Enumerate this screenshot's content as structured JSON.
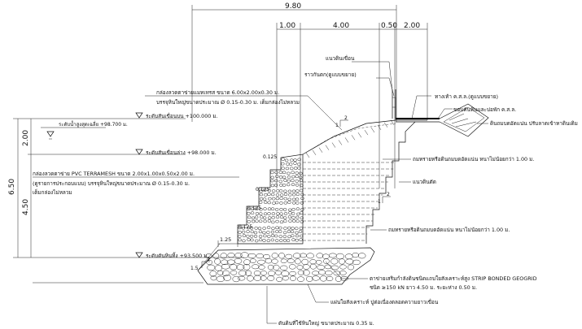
{
  "dimensions": {
    "total_width": "9.80",
    "seg_1": "1.00",
    "seg_2": "4.00",
    "seg_3": "0.50",
    "seg_4": "2.00",
    "total_height": "6.50",
    "upper_height": "2.00",
    "lower_height": "4.50",
    "step_1": "0.125",
    "step_2": "0.125",
    "step_3": "0.125",
    "step_4": "0.125",
    "base_offset": "1.25",
    "slope_top": "2",
    "slope_top_run": "1",
    "slope_mid": "2",
    "slope_mid_run": "1",
    "slope_base": "2",
    "slope_base_run": "1.5"
  },
  "levels": {
    "top": "ระดับสันเขื่อนบน +100.000 ม.",
    "middle": "ระดับสันเขื่อนล่าง +98.000 ม.",
    "bottom": "ระดับดันหินทิ้ง +93.500 ม.",
    "water": "ระดับน้ำสูงสุดเฉลี่ย +98.700 ม."
  },
  "labels": {
    "fence": "แนวดินเขื่อน",
    "railing": "ราวกันตก(ดูแบบขยาย)",
    "gabion_box": "กล่องลวดตาข่ายแมทเทรส ขนาด 6.00x2.00x0.30 ม.",
    "gabion_box_fill": "บรรจุหินใหญ่ขนาดประมาณ Ø 0.15-0.30 ม. เต็มกล่องไม่หลวม",
    "footpath": "ทางเท้า ค.ส.ล.(ดูแบบขยาย)",
    "curb": "ขอบคันหินและบ่อพัก ค.ส.ล.",
    "backfill_top": "ดินถมบดอัดแน่น ปรับลาดเข้าหาดินเดิม",
    "compacted_soil_1": "ถมทรายหรือดินถมบดอัดแน่น หนาไม่น้อยกว่า 1.00 ม.",
    "cut_line": "แนวดินตัด",
    "compacted_soil_2": "ถมทรายหรือดินถมบดอัดแน่น หนาไม่น้อยกว่า 1.00 ม.",
    "pvc_box": "กล่องลวดตาข่าย PVC TERRAMESH ขนาด 2.00x1.00x0.50x2.00 ม.",
    "pvc_box_detail": "(ดูรายการประกอบแบบ) บรรจุหินใหญ่ขนาดประมาณ Ø 0.15-0.30 ม.",
    "pvc_box_fill": "เต็มกล่องไม่หลวม",
    "geogrid": "ตาข่ายเสริมกำลังดินชนิดแถบใยสังเคราะห์สูง STRIP BONDED GEOGRID",
    "geogrid_spec": "ชนิด ≥150 kN ยาว 4.50 ม. ระยะห่าง 0.50 ม.",
    "geotextile": "แผ่นใยสังเคราะห์ ปูต่อเนื่องตลอดความยาวเขื่อน",
    "riprap": "ดันดินที่ใช้หินใหญ่ ขนาดประมาณ 0.35 ม."
  }
}
